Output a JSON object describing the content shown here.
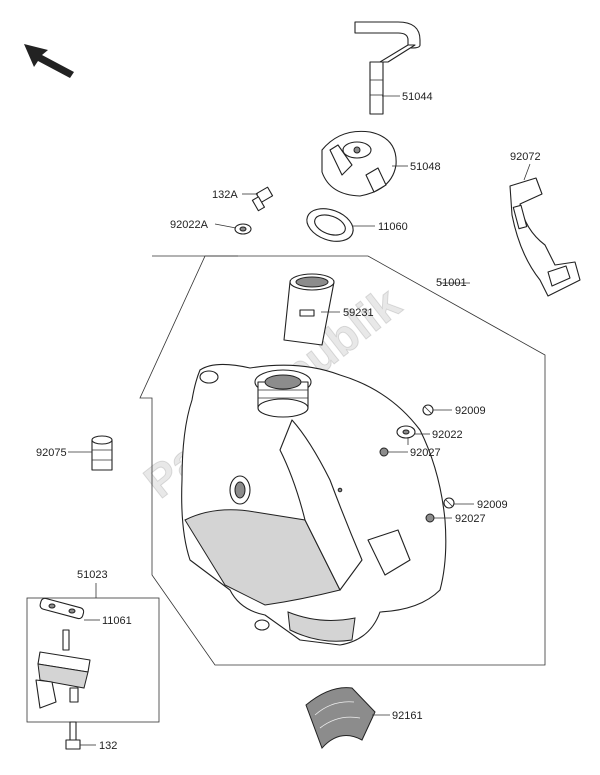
{
  "watermark": "PartsRepublik",
  "parts": [
    {
      "id": "51044"
    },
    {
      "id": "51048"
    },
    {
      "id": "92072"
    },
    {
      "id": "132A"
    },
    {
      "id": "92022A"
    },
    {
      "id": "11060"
    },
    {
      "id": "51001"
    },
    {
      "id": "59231"
    },
    {
      "id": "92009"
    },
    {
      "id": "92022"
    },
    {
      "id": "92027"
    },
    {
      "id": "92075"
    },
    {
      "id": "92009"
    },
    {
      "id": "92027"
    },
    {
      "id": "51023"
    },
    {
      "id": "11061"
    },
    {
      "id": "92161"
    },
    {
      "id": "132"
    }
  ]
}
